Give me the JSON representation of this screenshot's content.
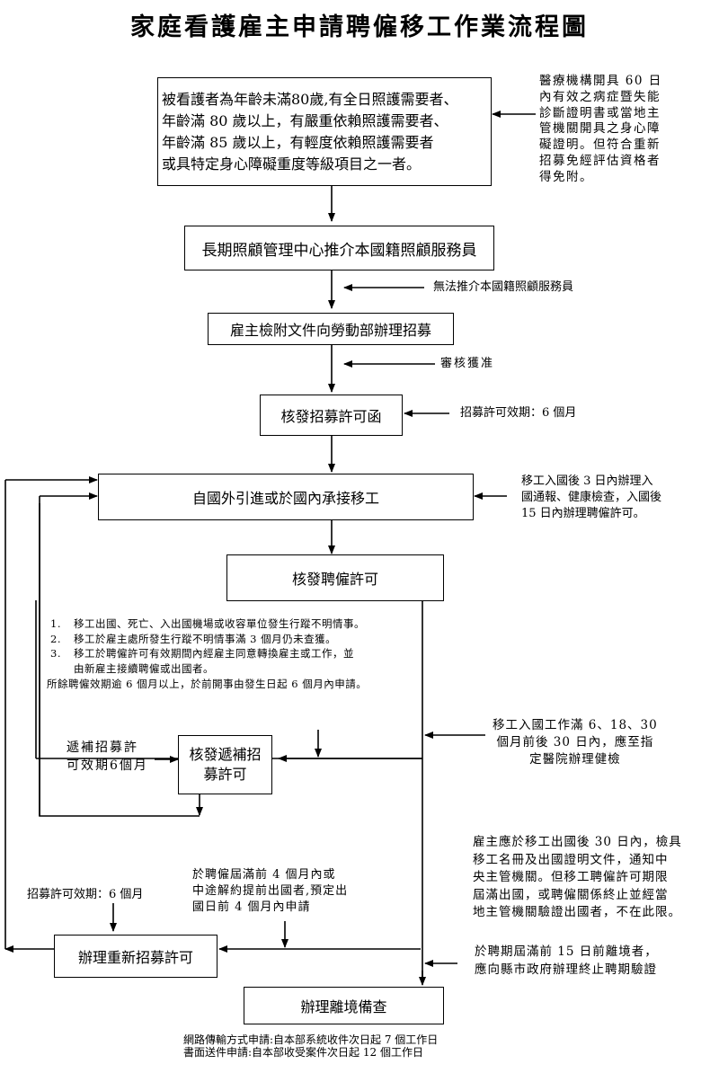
{
  "title": "家庭看護雇主申請聘僱移工作業流程圖",
  "boxes": {
    "eligibility": [
      "被看護者為年齡未滿80歲,有全日照護需要者、",
      "年齡滿 80 歲以上，有嚴重依賴照護需要者、",
      "年齡滿 85 歲以上，有輕度依賴照護需要者",
      "或具特定身心障礙重度等級項目之一者。"
    ],
    "ltc_center": "長期照顧管理中心推介本國籍照顧服務員",
    "apply_recruit": "雇主檢附文件向勞動部辦理招募",
    "recruit_letter": "核發招募許可函",
    "import_worker": "自國外引進或於國內承接移工",
    "employ_permit": "核發聘僱許可",
    "replacement_permit": [
      "核發遞補招",
      "募許可"
    ],
    "re_recruit": "辦理重新招募許可",
    "departure": "辦理離境備查"
  },
  "notes": {
    "medical_cert": [
      "醫療機構開具 60 日",
      "內有效之病症暨失能",
      "診斷證明書或當地主",
      "管機關開具之身心障",
      "礙證明。但符合重新",
      "招募免經評估資格者",
      "得免附。"
    ],
    "no_referral": "無法推介本國籍照顧服務員",
    "approved": "審核獲准",
    "recruit_validity": "招募許可效期：6 個月",
    "after_entry": [
      "移工入國後 3 日內辦理入",
      "國通報、健康檢查，入國後",
      "15 日內辦理聘僱許可。"
    ],
    "conditions": [
      {
        "num": "1.",
        "text": "移工出國、死亡、入出國機場或收容單位發生行蹤不明情事。"
      },
      {
        "num": "2.",
        "text": "移工於雇主處所發生行蹤不明情事滿 3 個月仍未查獲。"
      },
      {
        "num": "3.",
        "text": "移工於聘僱許可有效期間內經雇主同意轉換雇主或工作，並"
      },
      {
        "num": "",
        "text": "由新雇主接續聘僱或出國者。"
      }
    ],
    "conditions_footer": "所餘聘僱效期逾 6 個月以上，於前開事由發生日起 6 個月內申請。",
    "health_check": [
      "移工入國工作滿 6、18、30",
      "個月前後 30 日內，應至指",
      "定醫院辦理健檢"
    ],
    "replacement_validity": [
      "遞補招募許",
      "可效期6個月"
    ],
    "employer_notify": [
      "雇主應於移工出國後 30 日內，檢具",
      "移工名冊及出國證明文件，通知中",
      "央主管機關。但移工聘僱許可期限",
      "屆滿出國，或聘僱關係終止並經當",
      "地主管機關驗證出國者，不在此限。"
    ],
    "re_recruit_validity": "招募許可效期：6 個月",
    "four_months": [
      "於聘僱屆滿前  4  個月內或",
      "中途解約提前出國者,預定出",
      "國日前 4 個月內申請"
    ],
    "early_leave": [
      "於聘期屆滿前 15 日前離境者，",
      "應向縣市政府辦理終止聘期驗證"
    ],
    "processing_time": [
      "網路傳輸方式申請:自本部系統收件次日起 7 個工作日",
      "書面送件申請:自本部收受案件次日起 12 個工作日"
    ]
  }
}
